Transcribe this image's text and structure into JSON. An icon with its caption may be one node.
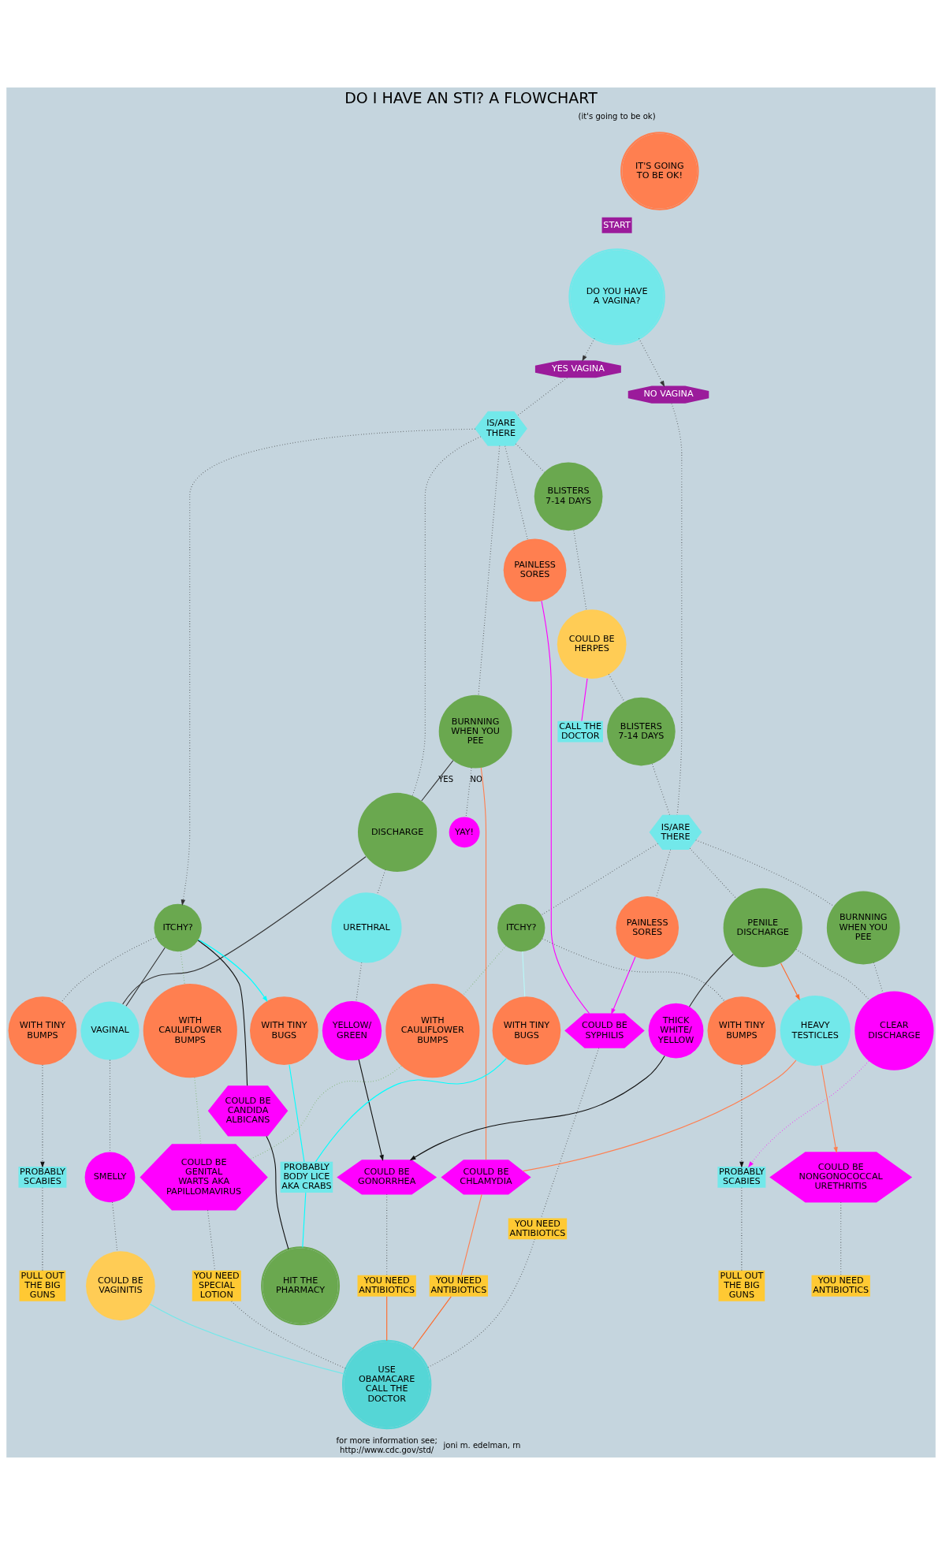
{
  "diagram": {
    "title": "DO I HAVE AN STI? A FLOWCHART",
    "nodes": [
      {
        "text": [
          "START"
        ]
      },
      {
        "text": [
          "DO YOU HAVE A VAGINA?"
        ]
      },
      {
        "text": [
          "YES VAGINA"
        ]
      },
      {
        "text": [
          "NO VAGINA"
        ]
      },
      {
        "text": [
          "IS/ARE THERE"
        ]
      },
      {
        "text": [
          "BLISTERS 7-14 DAYS"
        ]
      },
      {
        "text": [
          "COULD BE HERPES"
        ]
      },
      {
        "text": [
          "BLISTERS 7-14 DAYS"
        ]
      },
      {
        "text": [
          "IS/ARE THERE"
        ]
      },
      {
        "text": [
          "BURNNING WHEN YOU PEE"
        ]
      },
      {
        "text": [
          "DISCHARGE"
        ]
      },
      {
        "text": [
          "PAINLESS SORES"
        ]
      },
      {
        "text": [
          "CALL THE DOCTOR"
        ]
      },
      {
        "text": [
          "PAINLESS SORES"
        ]
      },
      {
        "text": [
          "ITCHY?"
        ]
      },
      {
        "text": [
          "PENILE DISCHARGE"
        ]
      },
      {
        "text": [
          "BURNNING WHEN YOU PEE"
        ]
      },
      {
        "text": [
          "YAY!"
        ]
      },
      {
        "text": [
          "URETHRAL"
        ]
      },
      {
        "text": [
          "YELLOW/ GREEN"
        ]
      },
      {
        "text": [
          "THICK WHITE/ YELLOW"
        ]
      },
      {
        "text": [
          "CLEAR DISCHARGE"
        ]
      },
      {
        "text": [
          "ITCHY?"
        ]
      },
      {
        "text": [
          "VAGINAL"
        ]
      },
      {
        "text": [
          "SMELLY"
        ]
      },
      {
        "text": [
          "COULD BE VAGINITIS"
        ]
      },
      {
        "text": [
          "WITH TINY BUGS"
        ]
      },
      {
        "text": [
          "WITH CAULIFLOWER BUMPS"
        ]
      },
      {
        "text": [
          "HEAVY TESTICLES"
        ]
      },
      {
        "text": [
          "WITH TINY BUMPS"
        ]
      },
      {
        "text": [
          "WITH CAULIFLOWER BUMPS"
        ]
      },
      {
        "text": [
          "WITH TINY BUMPS"
        ]
      },
      {
        "text": [
          "WITH TINY BUGS"
        ]
      },
      {
        "text": [
          "PROBABLY BODY LICE AKA CRABS"
        ]
      },
      {
        "text": [
          "PROBABLY SCABIES"
        ]
      },
      {
        "text": [
          "PROBABLY SCABIES"
        ]
      },
      {
        "text": [
          "COULD BE CANDIDA ALBICANS"
        ]
      },
      {
        "text": [
          "COULD BE CHLAMYDIA"
        ]
      },
      {
        "text": [
          "COULD BE GONORRHEA"
        ]
      },
      {
        "text": [
          "COULD BE GENITAL WARTS AKA PAPILLOMAVIRUS"
        ]
      },
      {
        "text": [
          "COULD BE SYPHILIS"
        ]
      },
      {
        "text": [
          "COULD BE NONGONOCOCCAL URETHRITIS"
        ]
      },
      {
        "text": [
          "YOU NEED ANTIBIOTICS"
        ]
      },
      {
        "text": [
          "YOU NEED ANTIBIOTICS"
        ]
      },
      {
        "text": [
          "YOU NEED SPECIAL LOTION"
        ]
      },
      {
        "text": [
          "YOU NEED ANTIBIOTICS"
        ]
      },
      {
        "text": [
          "YOU NEED ANTIBIOTICS"
        ]
      },
      {
        "text": [
          "PULL OUT THE BIG GUNS"
        ]
      },
      {
        "text": [
          "PULL OUT THE BIG GUNS"
        ]
      },
      {
        "text": [
          "HIT THE PHARMACY"
        ]
      },
      {
        "text": [
          "USE OBAMACARE CALL THE DOCTOR"
        ]
      },
      {
        "text": [
          "IT'S GOING TO BE OK!"
        ]
      }
    ],
    "edges": [
      {
        "from": 1,
        "to": 2,
        "arrow": "to",
        "style": "dashed"
      },
      {
        "from": 1,
        "to": 3,
        "arrow": "to",
        "style": "dashed"
      },
      {
        "from": 2,
        "to": 4,
        "arrow": "none",
        "style": "dashed"
      },
      {
        "from": 3,
        "to": 8,
        "arrow": "none",
        "style": "dashed"
      },
      {
        "from": 4,
        "to": 5,
        "arrow": "none",
        "style": "dashed"
      },
      {
        "from": 5,
        "to": 6,
        "arrow": "none",
        "style": "dashed"
      },
      {
        "from": 6,
        "to": 7,
        "arrow": "none",
        "style": "dashed"
      },
      {
        "from": 7,
        "to": 8,
        "arrow": "none",
        "style": "dashed"
      },
      {
        "from": 6,
        "to": 12,
        "arrow": "none",
        "color": "#ff00ff"
      },
      {
        "from": 4,
        "to": 9,
        "arrow": "none",
        "style": "dashed"
      },
      {
        "from": 4,
        "to": 22,
        "arrow": "to",
        "style": "dashed"
      },
      {
        "from": 4,
        "to": 10,
        "arrow": "none",
        "style": "dashed"
      },
      {
        "from": 4,
        "to": 11,
        "arrow": "none",
        "style": "dashed"
      },
      {
        "from": 8,
        "to": 13,
        "arrow": "none",
        "style": "dashed"
      },
      {
        "from": 8,
        "to": 14,
        "arrow": "none",
        "style": "dashed"
      },
      {
        "from": 8,
        "to": 15,
        "arrow": "none",
        "style": "dashed"
      },
      {
        "from": 8,
        "to": 16,
        "arrow": "none",
        "style": "dashed"
      },
      {
        "from": 9,
        "to": 10,
        "arrow": "none",
        "label": "YES"
      },
      {
        "from": 9,
        "to": 17,
        "arrow": "none",
        "style": "dashed",
        "label": "NO"
      },
      {
        "from": 10,
        "to": 18,
        "arrow": "none",
        "style": "dashed"
      },
      {
        "from": 18,
        "to": 19,
        "arrow": "none",
        "style": "dashed"
      },
      {
        "from": 10,
        "to": 23,
        "arrow": "none"
      },
      {
        "from": 22,
        "to": 23,
        "arrow": "none"
      },
      {
        "from": 23,
        "to": 24,
        "arrow": "none",
        "style": "dashed"
      },
      {
        "from": 24,
        "to": 25,
        "arrow": "none",
        "style": "dashed"
      },
      {
        "from": 19,
        "to": 38,
        "arrow": "to",
        "color": "#111111"
      },
      {
        "from": 15,
        "to": 20,
        "arrow": "none"
      },
      {
        "from": 20,
        "to": 38,
        "arrow": "to",
        "color": "#111111"
      },
      {
        "from": 15,
        "to": 21,
        "arrow": "none",
        "style": "dashed"
      },
      {
        "from": 16,
        "to": 21,
        "arrow": "none",
        "style": "dashed"
      },
      {
        "from": 15,
        "to": 28,
        "arrow": "to",
        "color": "#ff6a2b"
      },
      {
        "from": 21,
        "to": 35,
        "arrow": "to",
        "style": "dashed",
        "color": "#ff00ff"
      },
      {
        "from": 14,
        "to": 31,
        "arrow": "none",
        "style": "dashed"
      },
      {
        "from": 14,
        "to": 26,
        "arrow": "none",
        "color": "#b9f8f8"
      },
      {
        "from": 14,
        "to": 27,
        "arrow": "none",
        "style": "dashed",
        "color": "#6aa84f"
      },
      {
        "from": 22,
        "to": 29,
        "arrow": "none",
        "style": "dashed"
      },
      {
        "from": 22,
        "to": 32,
        "arrow": "to",
        "color": "#00ffff"
      },
      {
        "from": 22,
        "to": 30,
        "arrow": "none",
        "style": "dashed",
        "color": "#6aa84f"
      },
      {
        "from": 22,
        "to": 36,
        "arrow": "none",
        "color": "#111111"
      },
      {
        "from": 36,
        "to": 49,
        "arrow": "none",
        "color": "#111111"
      },
      {
        "from": 9,
        "to": 37,
        "arrow": "none",
        "color": "#ff7f50"
      },
      {
        "from": 28,
        "to": 41,
        "arrow": "to",
        "color": "#ff7f50"
      },
      {
        "from": 28,
        "to": 37,
        "arrow": "none",
        "color": "#ff7f50"
      },
      {
        "from": 29,
        "to": 34,
        "arrow": "to",
        "style": "dashed",
        "color": "#111111"
      },
      {
        "from": 31,
        "to": 35,
        "arrow": "to",
        "style": "dashed",
        "color": "#111111"
      },
      {
        "from": 34,
        "to": 47,
        "arrow": "none",
        "style": "dashed",
        "color": "#111111"
      },
      {
        "from": 35,
        "to": 48,
        "arrow": "none",
        "style": "dashed",
        "color": "#111111"
      },
      {
        "from": 30,
        "to": 39,
        "arrow": "none",
        "style": "dashed",
        "color": "#6aa84f"
      },
      {
        "from": 27,
        "to": 39,
        "arrow": "none",
        "style": "dashed",
        "color": "#6aa84f"
      },
      {
        "from": 32,
        "to": 33,
        "arrow": "none",
        "color": "#00ffff"
      },
      {
        "from": 26,
        "to": 33,
        "arrow": "none",
        "color": "#00ffff"
      },
      {
        "from": 33,
        "to": 49,
        "arrow": "none",
        "color": "#00ffff"
      },
      {
        "from": 11,
        "to": 40,
        "arrow": "none",
        "color": "#ff00ff"
      },
      {
        "from": 13,
        "to": 40,
        "arrow": "to",
        "color": "#ff00ff"
      },
      {
        "from": 25,
        "to": 50,
        "arrow": "none",
        "color": "#72e8ea"
      },
      {
        "from": 37,
        "to": 42,
        "arrow": "none",
        "color": "#ff7f50"
      },
      {
        "from": 38,
        "to": 43,
        "arrow": "none",
        "style": "dashed"
      },
      {
        "from": 42,
        "to": 50,
        "arrow": "none",
        "color": "#ff6a2b"
      },
      {
        "from": 43,
        "to": 50,
        "arrow": "none",
        "color": "#ff6a2b"
      },
      {
        "from": 39,
        "to": 44,
        "arrow": "none",
        "style": "dashed"
      },
      {
        "from": 44,
        "to": 50,
        "arrow": "none",
        "style": "dashed"
      },
      {
        "from": 40,
        "to": 45,
        "arrow": "none",
        "style": "dashed"
      },
      {
        "from": 45,
        "to": 50,
        "arrow": "none",
        "style": "dashed"
      },
      {
        "from": 41,
        "to": 46,
        "arrow": "none",
        "style": "dashed"
      }
    ],
    "labels": [
      "(it's going to be ok)",
      "for more information see; http://www.cdc.gov/std/",
      "joni m. edelman, rn"
    ]
  }
}
